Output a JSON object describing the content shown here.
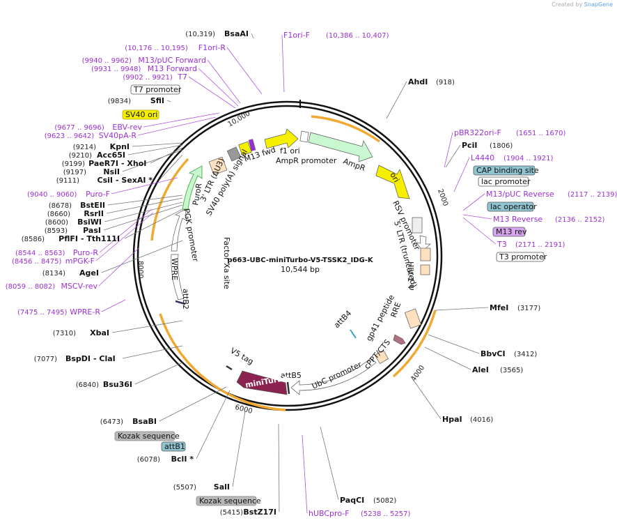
{
  "credit": {
    "prefix": "Created by",
    "brand": "SnapGene"
  },
  "plasmid": {
    "name": "p663-UBC-miniTurbo-V5-TSSK2_IDG-K",
    "length": "10,544 bp"
  },
  "ticks": [
    "2000",
    "4000",
    "6000",
    "8000",
    "10,000"
  ],
  "sites_left": [
    {
      "coord": "(10,319)",
      "name": "BsaAI"
    },
    {
      "coord": "(9834)",
      "name": "SfiI"
    },
    {
      "coord": "(9214)",
      "name": "KpnI"
    },
    {
      "coord": "(9210)",
      "name": "Acc65I"
    },
    {
      "coord": "(9199)",
      "name": "PaeR7I",
      "extra": "- XhoI"
    },
    {
      "coord": "(9197)",
      "name": "NsiI"
    },
    {
      "coord": "(9111)",
      "name": "CsiI",
      "extra": "- SexAI *"
    },
    {
      "coord": "(8678)",
      "name": "BstEII"
    },
    {
      "coord": "(8660)",
      "name": "RsrII"
    },
    {
      "coord": "(8600)",
      "name": "BsiWI"
    },
    {
      "coord": "(8593)",
      "name": "PasI"
    },
    {
      "coord": "(8586)",
      "name": "PflFI",
      "extra": "- Tth111I"
    },
    {
      "coord": "(8134)",
      "name": "AgeI"
    },
    {
      "coord": "(7310)",
      "name": "XbaI"
    },
    {
      "coord": "(7077)",
      "name": "BspDI",
      "extra": "- ClaI"
    },
    {
      "coord": "(6840)",
      "name": "Bsu36I"
    },
    {
      "coord": "(6473)",
      "name": "BsaBI"
    },
    {
      "coord": "(6078)",
      "name": "BclI *"
    },
    {
      "coord": "(5507)",
      "name": "SalI"
    },
    {
      "coord": "(5415)",
      "name": "BstZ17I"
    }
  ],
  "sites_right": [
    {
      "name": "AhdI",
      "coord": "(918)"
    },
    {
      "name": "PciI",
      "coord": "(1806)"
    },
    {
      "name": "MfeI",
      "coord": "(3177)"
    },
    {
      "name": "BbvCI",
      "coord": "(3412)"
    },
    {
      "name": "AleI",
      "coord": "(3565)"
    },
    {
      "name": "HpaI",
      "coord": "(4016)"
    },
    {
      "name": "PaqCI",
      "coord": "(5082)"
    }
  ],
  "primers_left": [
    {
      "coord": "(10,176 .. 10,195)",
      "name": "F1ori-R"
    },
    {
      "coord": "(9940 .. 9962)",
      "name": "M13/pUC Forward"
    },
    {
      "coord": "(9931 .. 9948)",
      "name": "M13 Forward"
    },
    {
      "coord": "(9902 .. 9921)",
      "name": "T7"
    },
    {
      "coord": "(9677 .. 9696)",
      "name": "EBV-rev"
    },
    {
      "coord": "(9623 .. 9642)",
      "name": "SV40pA-R"
    },
    {
      "coord": "(9040 .. 9060)",
      "name": "Puro-F"
    },
    {
      "coord": "(8544 .. 8563)",
      "name": "Puro-R"
    },
    {
      "coord": "(8456 .. 8475)",
      "name": "mPGK-F"
    },
    {
      "coord": "(8059 .. 8082)",
      "name": "MSCV-rev"
    },
    {
      "coord": "(7475 .. 7495)",
      "name": "WPRE-R"
    }
  ],
  "primers_right": [
    {
      "name": "F1ori-F",
      "coord": "(10,386 .. 10,407)"
    },
    {
      "name": "pBR322ori-F",
      "coord": "(1651 .. 1670)"
    },
    {
      "name": "L4440",
      "coord": "(1904 .. 1921)"
    },
    {
      "name": "M13/pUC Reverse",
      "coord": "(2117 .. 2139)"
    },
    {
      "name": "M13 Reverse",
      "coord": "(2136 .. 2152)"
    },
    {
      "name": "T3",
      "coord": "(2171 .. 2191)"
    },
    {
      "name": "hUBCpro-F",
      "coord": "(5238 .. 5257)"
    }
  ],
  "boxed_labels": {
    "t7_promoter": "T7 promoter",
    "sv40_ori": "SV40 ori",
    "cap_binding": "CAP binding site",
    "lac_promoter": "lac promoter",
    "lac_operator": "lac operator",
    "m13_rev": "M13 rev",
    "t3_promoter": "T3 promoter",
    "kozak_1": "Kozak sequence",
    "attb1": "attB1",
    "kozak_2": "Kozak sequence"
  },
  "inner_features": {
    "m13_fwd": "M13 fwd",
    "f1_ori": "f1 ori",
    "ampr_promoter": "AmpR promoter",
    "ampr": "AmpR",
    "ori": "ori",
    "rsv_promoter": "RSV promoter",
    "ltr5": "5' LTR (truncated)",
    "hiv1": "HIV-1 Ψ",
    "rre": "RRE",
    "gp41": "gp41 peptide",
    "cppt": "cPPT/CTS",
    "attb4": "attB4",
    "ubc": "UbC promoter",
    "attb5": "attB5",
    "miniturbo": "miniTurbo",
    "v5tag": "V5 tag",
    "factor_xa": "Factor Xa site",
    "attb2": "attB2",
    "wpre": "WPRE",
    "pgk": "PGK promoter",
    "puror": "PuroR",
    "ltr3": "3' LTR (ΔU3)",
    "sv40polya": "SV40 poly(A) signal"
  },
  "colors": {
    "orf": "#f0a830",
    "ampr": "#c9f7d0",
    "ori": "#f6f000",
    "miniturbo": "#8b2250",
    "primer": "#9b2fd6",
    "cap": "#8fc4d0",
    "mrev": "#d8a6f0",
    "kozak": "#b8b8b8"
  }
}
